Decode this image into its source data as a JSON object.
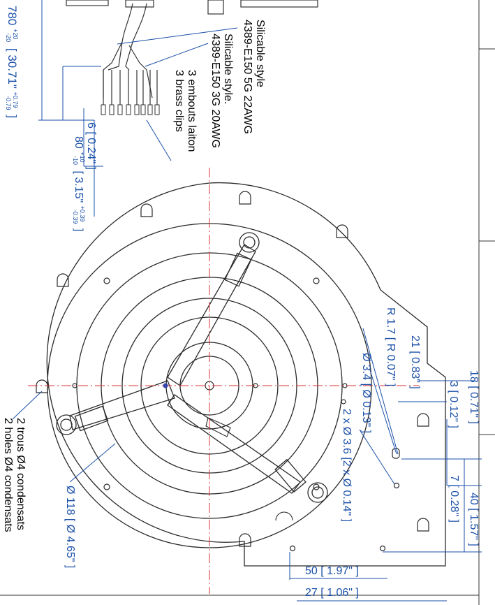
{
  "colors": {
    "outline": "#2a2a2a",
    "dimension": "#1a4fa8",
    "centerline": "#e03030",
    "background": "#ffffff"
  },
  "labels": {
    "dim_780": "780",
    "dim_780_tol_plus": "+20",
    "dim_780_tol_minus": "-20",
    "dim_780_in": "[ 30.71\"",
    "dim_780_in_tol_plus": "+0.79",
    "dim_780_in_tol_minus": "-0.79",
    "dim_780_close": "]",
    "cable5_line1": "Silicable style",
    "cable5_line2": "4389-E150 5G 22AWG",
    "cable3_line1": "Silicable style.",
    "cable3_line2": "4389-E150 3G 20AWG",
    "clips_line1": "3 embouts laiton",
    "clips_line2": "3 brass clips",
    "dim_6": "6 [ 0.24\" ]",
    "dim_80": "80",
    "dim_80_tol_plus": "+10",
    "dim_80_tol_minus": "-10",
    "dim_80_in": "[ 3.15\"",
    "dim_80_in_tol_plus": "+0.39",
    "dim_80_in_tol_minus": "-0.39",
    "dim_80_close": "]",
    "r17": "R 1.7 [ R 0.07\" ]",
    "dim_21": "21 [ 0.83\" ]",
    "dia34": "Ø 3.4 [ Ø 0.13\" ]",
    "dia36": "2 x Ø 3.6 [2 x Ø 0.14\" ]",
    "dim_18": "18 [ 0.71\" ]",
    "dim_3": "3 [ 0.12\" ]",
    "dim_7": "7 [ 0.28\" ]",
    "dim_40": "40 [ 1.57\" ]",
    "dim_50": "50 [ 1.97\" ]",
    "dim_27": "27 [ 1.06\" ]",
    "dia118": "Ø 118 [ Ø 4.65\" ]",
    "holes_fr": "2 trous Ø4 condensats",
    "holes_en": "2 holes Ø4 condensats"
  }
}
